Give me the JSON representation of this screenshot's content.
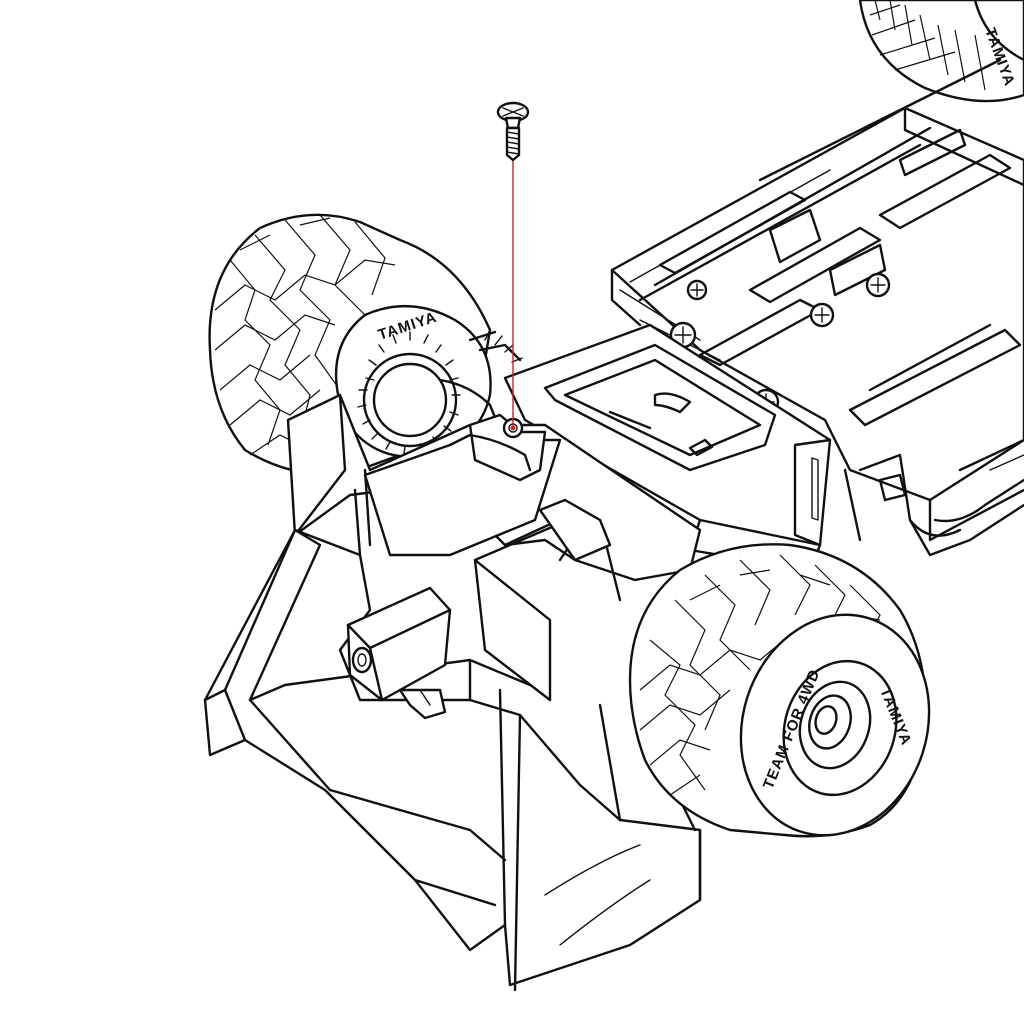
{
  "diagram": {
    "figure": "assembly-step",
    "subject": "mini 4WD chassis front section",
    "tire_labels": {
      "front_left": "TAMIYA",
      "front_right": [
        "TAMIYA",
        "TEAM FOR 4WD"
      ],
      "rear": "TAMIYA"
    },
    "leader_line_color": "#cc2222",
    "line_color": "#111111",
    "background": "#ffffff"
  }
}
